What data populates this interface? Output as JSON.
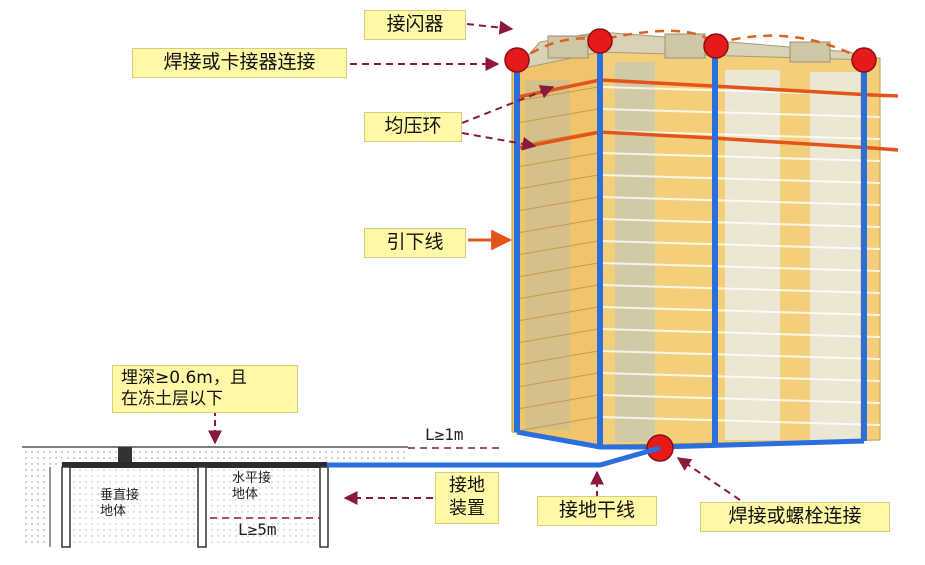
{
  "labels": {
    "lightning_arrester": "接闪器",
    "weld_or_clamp": "焊接或卡接器连接",
    "equalizing_ring": "均压环",
    "down_conductor": "引下线",
    "burial_depth_line1": "埋深≥0.6m，且",
    "burial_depth_line2": "在冻土层以下",
    "grounding_device_line1": "接地",
    "grounding_device_line2": "装置",
    "grounding_trunk": "接地干线",
    "weld_or_bolt": "焊接或螺栓连接"
  },
  "ground_section": {
    "vertical_electrode_line1": "垂直接",
    "vertical_electrode_line2": "地体",
    "horizontal_electrode_line1": "水平接",
    "horizontal_electrode_line2": "地体",
    "spacing_one": "L≥1m",
    "spacing_five": "L≥5m"
  },
  "colors": {
    "label_bg": "#fff8a6",
    "conductor": "#2a6ee0",
    "ring": "#e4531a",
    "connection_point": "#e51a1a",
    "arrow": "#8b1a3a",
    "arrester_dashed": "#d9621f",
    "building_wall": "#f2c76a"
  }
}
